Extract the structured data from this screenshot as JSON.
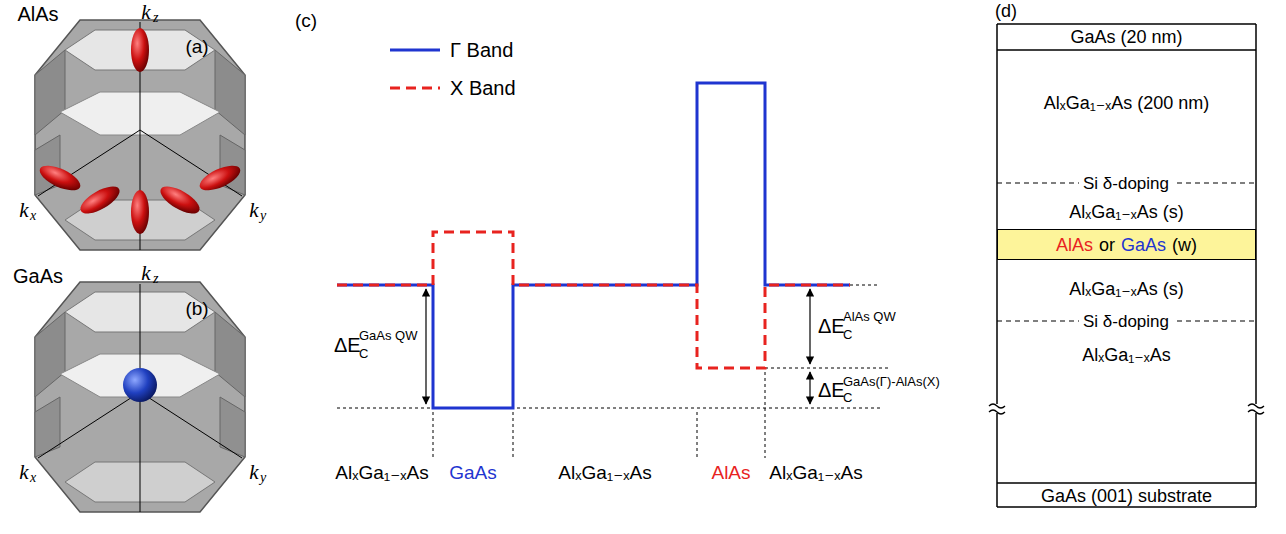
{
  "diagram": {
    "nodes": [
      {
        "text": [
          "GaAs (20 nm)"
        ]
      },
      {
        "text": [
          "AlₓGa₁₋ₓAs (200 nm)"
        ]
      },
      {
        "text": [
          "AlₓGa₁₋ₓAs (s)"
        ]
      },
      {
        "text": [
          "AlAs",
          "or",
          "GaAs",
          "(w)"
        ]
      },
      {
        "text": [
          "AlₓGa₁₋ₓAs (s)"
        ]
      },
      {
        "text": [
          "AlₓGa₁₋ₓAs"
        ]
      },
      {
        "text": [
          "GaAs (001) substrate"
        ]
      }
    ],
    "labels": [
      "AlAs",
      "(a)",
      "k",
      "z",
      "k",
      "x",
      "k",
      "y",
      "GaAs",
      "(b)",
      "k",
      "z",
      "k",
      "x",
      "k",
      "y",
      "(c)",
      "ΔE",
      "C",
      "GaAs QW",
      "ΔE",
      "C",
      "AlAs QW",
      "ΔE",
      "C",
      "GaAs(Γ)-AlAs(X)",
      "AlₓGa₁₋ₓAs",
      "GaAs",
      "AlₓGa₁₋ₓAs",
      "AlAs",
      "AlₓGa₁₋ₓAs",
      "(d)",
      "Si δ-doping",
      "Si δ-doping"
    ],
    "legend": [
      {
        "text": "Γ Band"
      },
      {
        "text": "X Band"
      }
    ]
  }
}
